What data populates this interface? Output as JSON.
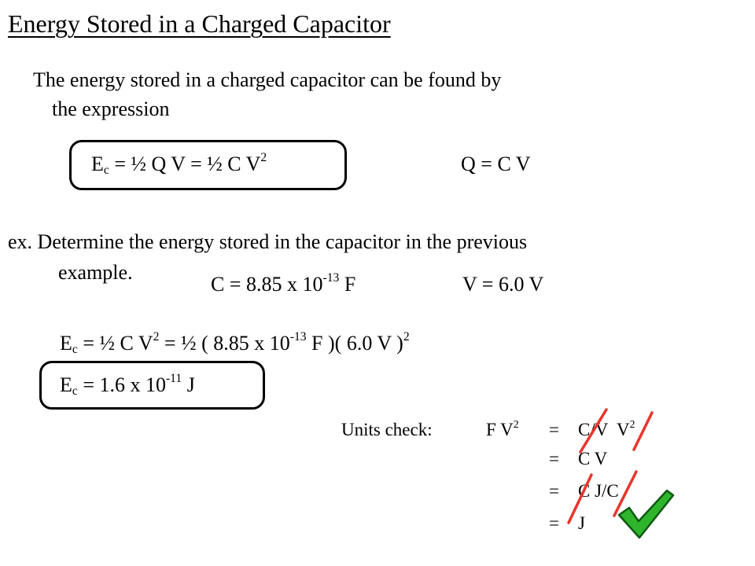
{
  "title": "Energy Stored in a Charged Capacitor",
  "intro": {
    "line1": "The energy stored in a charged capacitor can be found by",
    "line2": "the expression"
  },
  "formula": {
    "e": "E",
    "e_sub": "c",
    "middle": " = ½ Q V = ½ C V",
    "exp": "2",
    "relation": "Q = C V"
  },
  "example": {
    "line1": "ex. Determine the energy stored in the capacitor in the previous",
    "line2": "example.",
    "c_given": "C = 8.85 x 10",
    "c_exp": "-13",
    "c_unit": " F",
    "v_given": "V = 6.0 V"
  },
  "calc": {
    "e": "E",
    "e_sub": "c",
    "p1": " = ½ C V",
    "p1_exp": "2",
    "p2": " = ½ ( 8.85 x 10",
    "p2_exp": "-13",
    "p3": " F )( 6.0 V )",
    "p3_exp": "2"
  },
  "result": {
    "e": "E",
    "e_sub": "c",
    "p1": " = 1.6 x 10",
    "p1_exp": "-11",
    "p2": " J"
  },
  "units_check": {
    "label": "Units check:",
    "lhs": "F V",
    "lhs_exp": "2",
    "rows": [
      {
        "eq": "=",
        "text": "C/V  V",
        "exp": "2"
      },
      {
        "eq": "=",
        "text": "C V"
      },
      {
        "eq": "=",
        "text": "C J/C"
      },
      {
        "eq": "=",
        "text": "J"
      }
    ]
  },
  "colors": {
    "strike": "#e8352b",
    "check_fill": "#2fb52c",
    "check_stroke": "#0d5a12"
  }
}
